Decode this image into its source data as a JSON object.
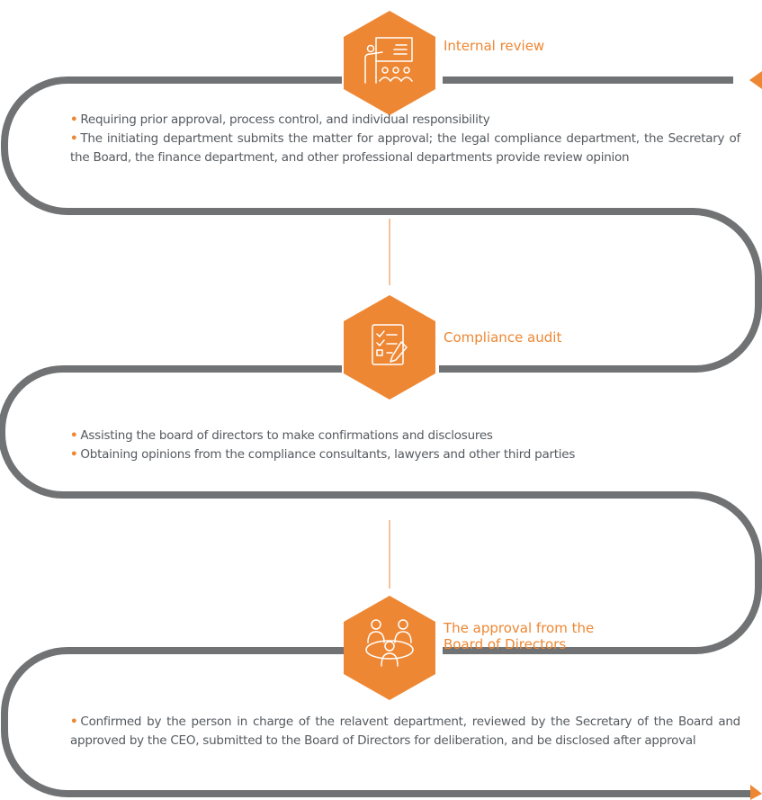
{
  "colors": {
    "accent": "#ee8733",
    "track": "#707274",
    "text": "#555a5f"
  },
  "steps": [
    {
      "title": "Internal review",
      "icon": "presentation-icon",
      "bullets": [
        "Requiring prior approval, process control, and individual responsibility",
        "The initiating department submits the matter for approval; the legal compliance department, the Secretary of the Board, the finance department, and other professional departments provide review opinion"
      ]
    },
    {
      "title": "Compliance audit",
      "icon": "checklist-icon",
      "bullets": [
        "Assisting the board of directors to make confirmations and disclosures",
        "Obtaining opinions from the compliance consultants, lawyers and other third parties"
      ]
    },
    {
      "title_lines": [
        "The approval from the",
        "Board of Directors"
      ],
      "icon": "meeting-icon",
      "bullets": [
        "Confirmed by the person in charge of the relavent department, reviewed by the Secretary of the Board and approved by the CEO, submitted to the Board of Directors for deliberation, and be disclosed after approval"
      ]
    }
  ]
}
